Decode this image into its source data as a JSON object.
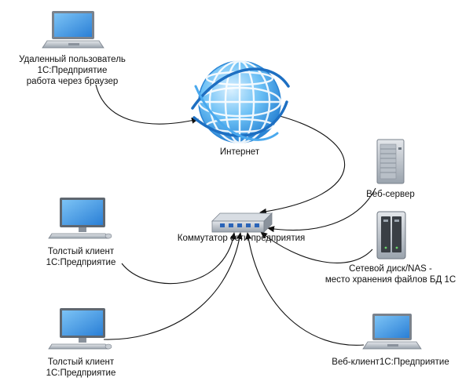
{
  "nodes": {
    "remote_user": {
      "lines": [
        "Удаленный пользователь",
        "1С:Предприятие",
        "работа через браузер"
      ],
      "icon": "laptop-icon"
    },
    "internet": {
      "lines": [
        "Интернет"
      ],
      "icon": "globe-icon"
    },
    "web_server": {
      "lines": [
        "Веб-сервер"
      ],
      "icon": "server-icon"
    },
    "switch": {
      "lines": [
        "Коммутатор сети предприятия"
      ],
      "icon": "network-switch-icon"
    },
    "nas": {
      "lines": [
        "Сетевой диск/NAS -",
        "место хранения файлов БД 1С"
      ],
      "icon": "nas-icon"
    },
    "thick_client_1": {
      "lines": [
        "Толстый клиент",
        "1С:Предприятие"
      ],
      "icon": "desktop-computer-icon"
    },
    "thick_client_2": {
      "lines": [
        "Толстый клиент",
        "1С:Предприятие"
      ],
      "icon": "desktop-computer-icon"
    },
    "web_client": {
      "lines": [
        "Веб-клиент1С:Предприятие"
      ],
      "icon": "laptop-icon"
    }
  },
  "edges": [
    {
      "from": "remote_user",
      "to": "internet",
      "arrow": true
    },
    {
      "from": "internet",
      "to": "switch",
      "arrow": true
    },
    {
      "from": "web_server",
      "to": "switch",
      "arrow": true
    },
    {
      "from": "nas",
      "to": "switch",
      "arrow": true
    },
    {
      "from": "thick_client_1",
      "to": "switch",
      "arrow": true
    },
    {
      "from": "thick_client_2",
      "to": "switch",
      "arrow": true
    },
    {
      "from": "web_client",
      "to": "switch",
      "arrow": true
    }
  ],
  "colors": {
    "edge": "#111111",
    "globe": "#3a9ee6",
    "screen": "#2f8fe0",
    "device_body": "#a9b1bb",
    "device_dark": "#6d7680",
    "switch_port": "#2a64b8"
  }
}
